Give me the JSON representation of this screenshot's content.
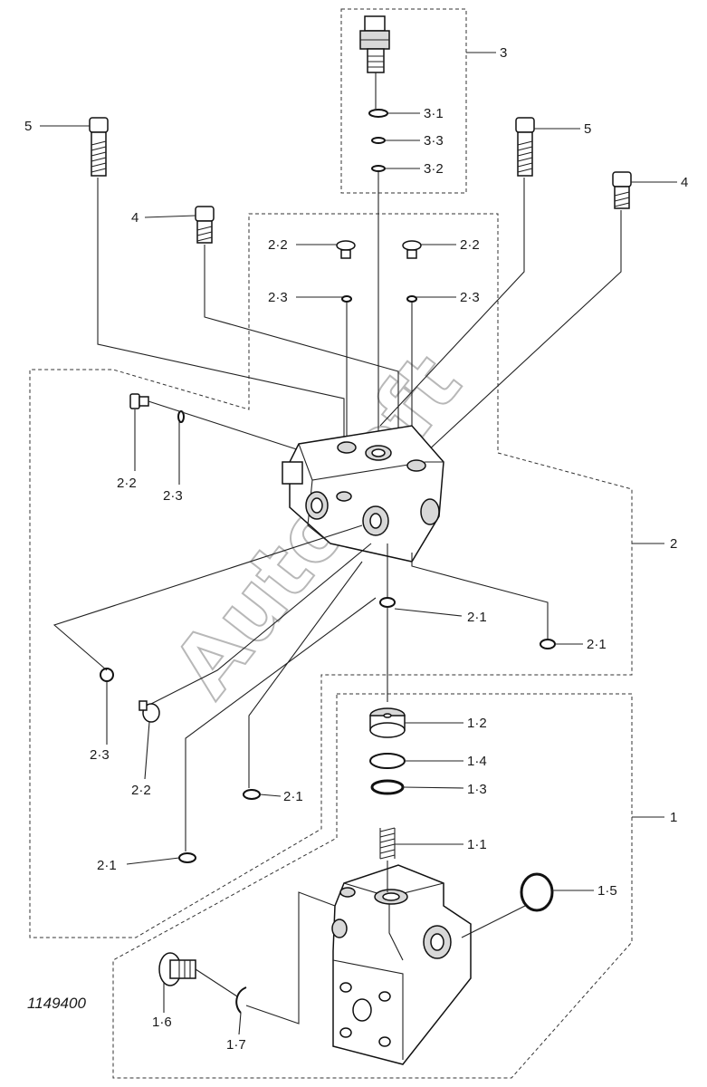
{
  "watermark": "Autosoft",
  "reference_number": "1149400",
  "labels": {
    "l3": "3",
    "l3_1": "3·1",
    "l3_3": "3·3",
    "l3_2": "3·2",
    "l5_left": "5",
    "l5_right": "5",
    "l4_left": "4",
    "l4_right": "4",
    "l2_2_top_left": "2·2",
    "l2_2_top_right": "2·2",
    "l2_3_top_left": "2·3",
    "l2_3_top_right": "2·3",
    "l2_2_mid": "2·2",
    "l2_3_mid": "2·3",
    "l2": "2",
    "l2_1_center": "2·1",
    "l2_1_right": "2·1",
    "l2_3_lower": "2·3",
    "l2_2_lower": "2·2",
    "l2_1_lower_mid": "2·1",
    "l2_1_lower_left": "2·1",
    "l1_2": "1·2",
    "l1_4": "1·4",
    "l1_3": "1·3",
    "l1": "1",
    "l1_1": "1·1",
    "l1_5": "1·5",
    "l1_6": "1·6",
    "l1_7": "1·7"
  },
  "colors": {
    "line": "#222222",
    "watermark": "#b8b8b8",
    "background": "#ffffff"
  }
}
